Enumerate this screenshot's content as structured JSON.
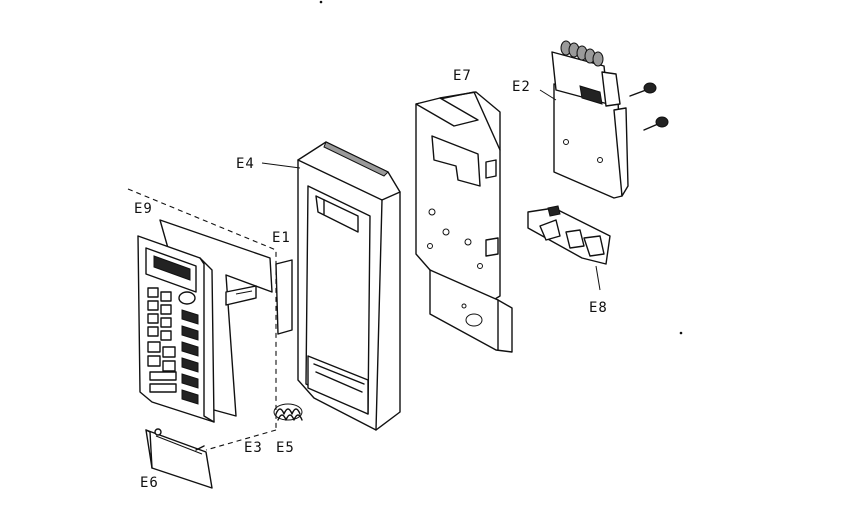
{
  "labels": {
    "e1": "E1",
    "e2": "E2",
    "e3": "E3",
    "e4": "E4",
    "e5": "E5",
    "e6": "E6",
    "e7": "E7",
    "e8": "E8",
    "e9": "E9"
  }
}
